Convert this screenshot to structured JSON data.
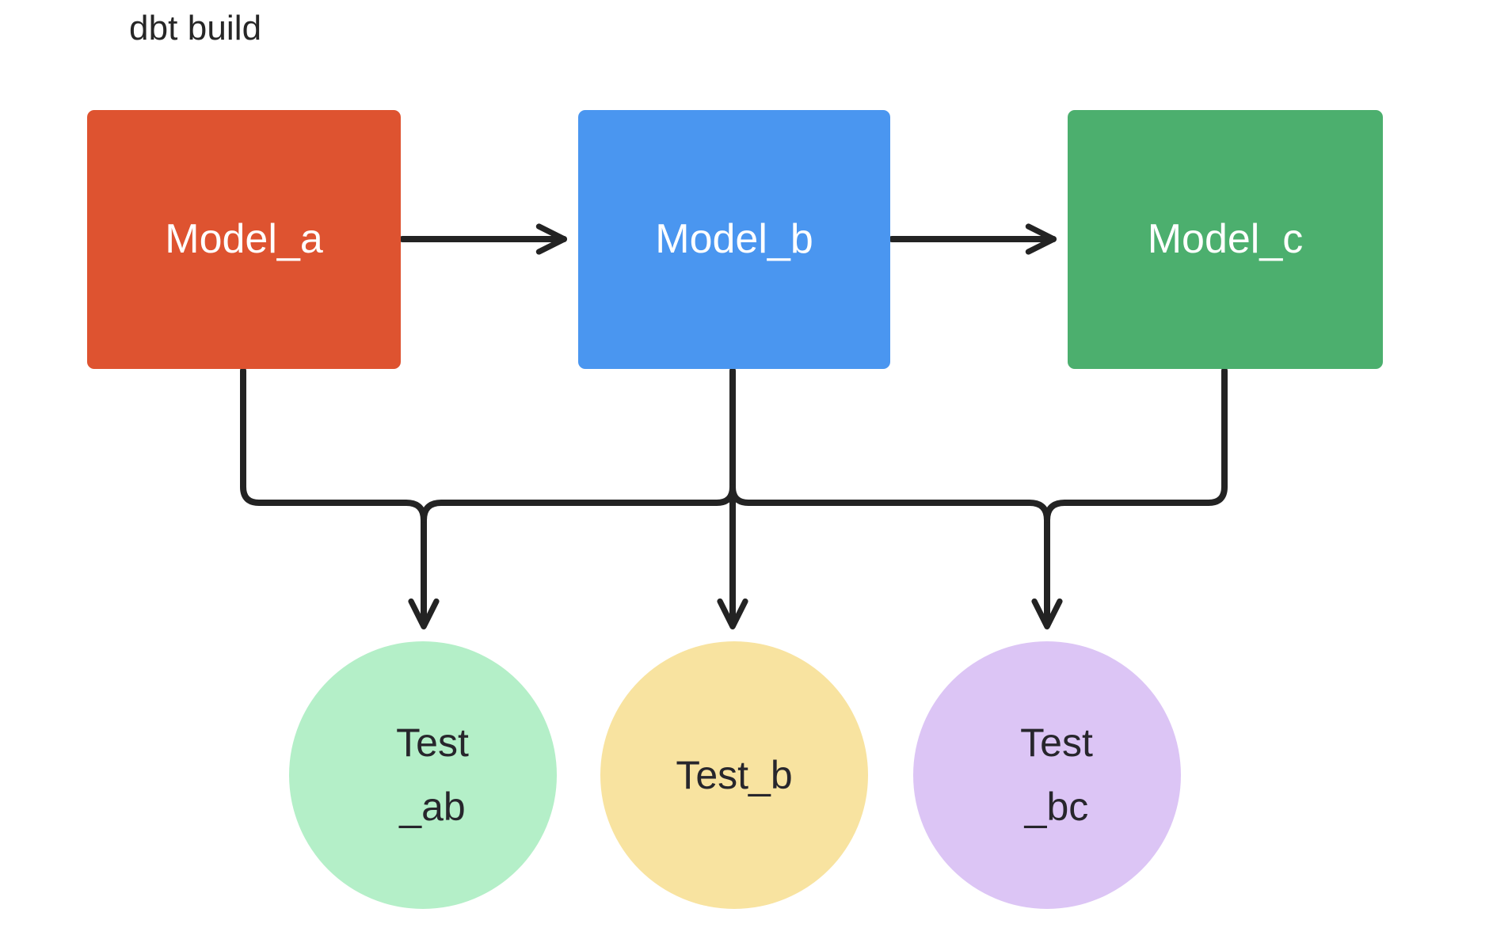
{
  "diagram": {
    "title": "dbt build",
    "background_color": "#ffffff",
    "edge_color": "#232323",
    "nodes": [
      {
        "id": "model_a",
        "label": "Model_a",
        "shape": "rounded-rect",
        "color": "#DE5330",
        "text_color": "#ffffff"
      },
      {
        "id": "model_b",
        "label": "Model_b",
        "shape": "rounded-rect",
        "color": "#4A96F0",
        "text_color": "#ffffff"
      },
      {
        "id": "model_c",
        "label": "Model_c",
        "shape": "rounded-rect",
        "color": "#4CAF6E",
        "text_color": "#ffffff"
      },
      {
        "id": "test_ab",
        "label": "Test\n_ab",
        "shape": "circle",
        "color": "#B4EFC8",
        "text_color": "#27262c"
      },
      {
        "id": "test_b",
        "label": "Test_b",
        "shape": "circle",
        "color": "#F8E3A0",
        "text_color": "#27262c"
      },
      {
        "id": "test_bc",
        "label": "Test\n_bc",
        "shape": "circle",
        "color": "#DCC5F5",
        "text_color": "#27262c"
      }
    ],
    "edges": [
      {
        "from": "model_a",
        "to": "model_b",
        "arrow": true
      },
      {
        "from": "model_b",
        "to": "model_c",
        "arrow": true
      },
      {
        "from": "model_a",
        "to": "test_ab",
        "arrow": true
      },
      {
        "from": "model_b",
        "to": "test_ab",
        "arrow": true
      },
      {
        "from": "model_b",
        "to": "test_b",
        "arrow": true
      },
      {
        "from": "model_b",
        "to": "test_bc",
        "arrow": true
      },
      {
        "from": "model_c",
        "to": "test_bc",
        "arrow": true
      }
    ]
  }
}
